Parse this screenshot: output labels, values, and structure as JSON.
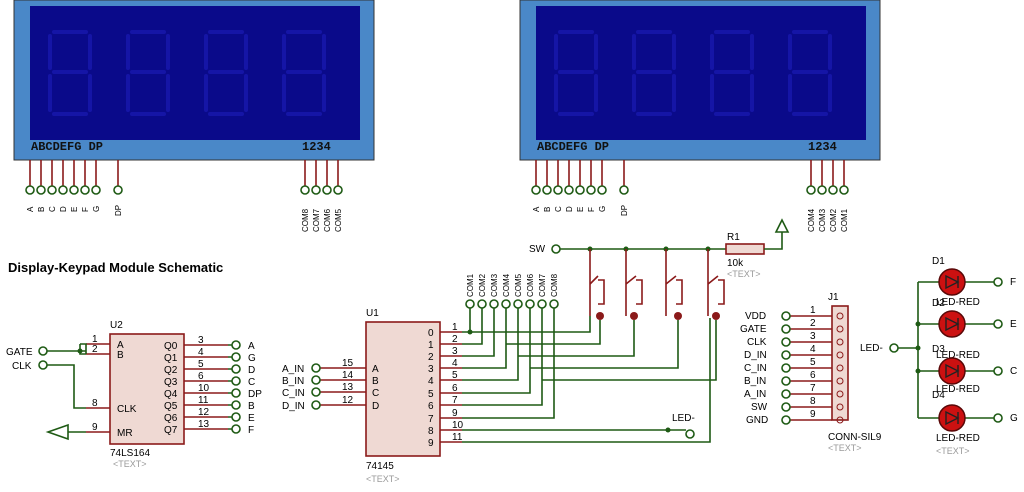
{
  "title": "Display-Keypad Module Schematic",
  "displays": [
    {
      "segment_header": "ABCDEFG  DP",
      "digit_header": "1234",
      "seg_pins": [
        "A",
        "B",
        "C",
        "D",
        "E",
        "F",
        "G",
        "DP"
      ],
      "com_pins": [
        "COM8",
        "COM7",
        "COM6",
        "COM5"
      ]
    },
    {
      "segment_header": "ABCDEFG  DP",
      "digit_header": "1234",
      "seg_pins": [
        "A",
        "B",
        "C",
        "D",
        "E",
        "F",
        "G",
        "DP"
      ],
      "com_pins": [
        "COM4",
        "COM3",
        "COM2",
        "COM1"
      ]
    }
  ],
  "u2": {
    "ref": "U2",
    "part": "74LS164",
    "text": "<TEXT>",
    "left_pins": [
      {
        "n": "1",
        "name": "A"
      },
      {
        "n": "2",
        "name": "B"
      },
      {
        "n": "8",
        "name": "CLK"
      },
      {
        "n": "9",
        "name": "MR"
      }
    ],
    "right_pins": [
      {
        "n": "3",
        "name": "Q0"
      },
      {
        "n": "4",
        "name": "Q1"
      },
      {
        "n": "5",
        "name": "Q2"
      },
      {
        "n": "6",
        "name": "Q3"
      },
      {
        "n": "10",
        "name": "Q4"
      },
      {
        "n": "11",
        "name": "Q5"
      },
      {
        "n": "12",
        "name": "Q6"
      },
      {
        "n": "13",
        "name": "Q7"
      }
    ],
    "outputs": [
      "A",
      "G",
      "D",
      "C",
      "DP",
      "B",
      "E",
      "F"
    ],
    "inputs": [
      "GATE",
      "CLK"
    ]
  },
  "u1": {
    "ref": "U1",
    "part": "74145",
    "text": "<TEXT>",
    "inputs": [
      "A_IN",
      "B_IN",
      "C_IN",
      "D_IN"
    ],
    "left_pins": [
      {
        "n": "15",
        "name": "A"
      },
      {
        "n": "14",
        "name": "B"
      },
      {
        "n": "13",
        "name": "C"
      },
      {
        "n": "12",
        "name": "D"
      }
    ],
    "right_pins": [
      {
        "n": "1",
        "name": "0"
      },
      {
        "n": "2",
        "name": "1"
      },
      {
        "n": "3",
        "name": "2"
      },
      {
        "n": "4",
        "name": "3"
      },
      {
        "n": "5",
        "name": "4"
      },
      {
        "n": "6",
        "name": "5"
      },
      {
        "n": "7",
        "name": "6"
      },
      {
        "n": "9",
        "name": "7"
      },
      {
        "n": "10",
        "name": "8"
      },
      {
        "n": "11",
        "name": "9"
      }
    ]
  },
  "com_bus": [
    "COM1",
    "COM2",
    "COM3",
    "COM4",
    "COM5",
    "COM6",
    "COM7",
    "COM8"
  ],
  "sw_label": "SW",
  "led_minus": "LED-",
  "r1": {
    "ref": "R1",
    "value": "10k",
    "text": "<TEXT>"
  },
  "j1": {
    "ref": "J1",
    "part": "CONN-SIL9",
    "text": "<TEXT>",
    "pins": [
      "VDD",
      "GATE",
      "CLK",
      "D_IN",
      "C_IN",
      "B_IN",
      "A_IN",
      "SW",
      "GND"
    ],
    "numbers": [
      "1",
      "2",
      "3",
      "4",
      "5",
      "6",
      "7",
      "8",
      "9"
    ]
  },
  "leds": [
    {
      "ref": "D1",
      "part": "LED-RED",
      "out": "F"
    },
    {
      "ref": "D2",
      "part": "LED-RED",
      "out": "E"
    },
    {
      "ref": "D3",
      "part": "LED-RED",
      "out": "C"
    },
    {
      "ref": "D4",
      "part": "LED-RED",
      "out": "G"
    }
  ],
  "colors": {
    "wire": "#1e5a14",
    "component": "#8b1a1a",
    "body_fill": "#efd9d3",
    "lcd_bezel": "#4a88c8",
    "lcd_glass": "#0a0a8a",
    "led": "#cc1111"
  }
}
